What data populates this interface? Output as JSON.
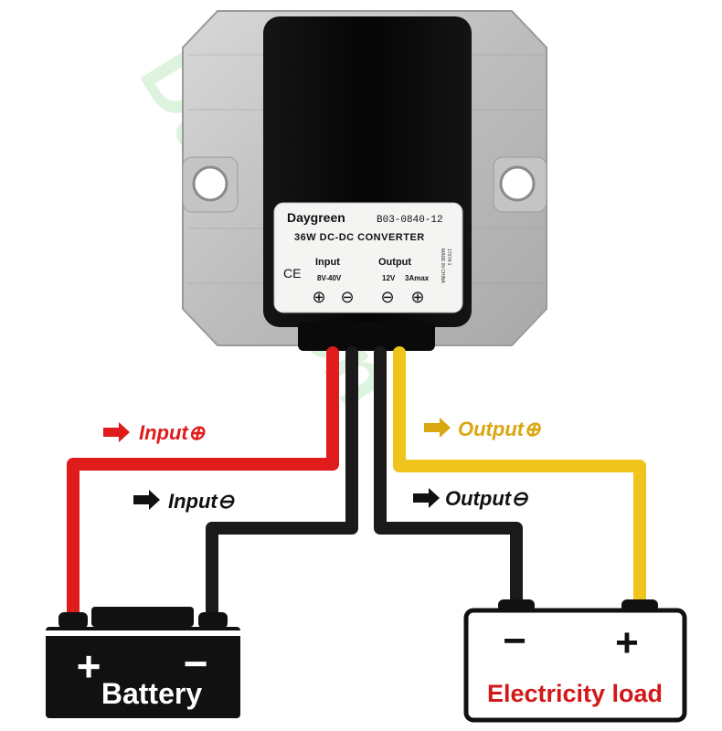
{
  "watermark": "Daygreen",
  "device": {
    "brand": "Daygreen",
    "model": "B03-0840-12",
    "title": "36W DC-DC CONVERTER",
    "input_heading": "Input",
    "input_range": "8V-40V",
    "output_heading": "Output",
    "output_voltage": "12V",
    "output_current": "3Amax",
    "ce_mark": "CE",
    "side_text_1": "1707A 1",
    "side_text_2": "MADE IN CHINA",
    "terminal_symbols": [
      "⊕",
      "⊖",
      "⊖",
      "⊕"
    ]
  },
  "wire_labels": {
    "input_plus": "Input⊕",
    "input_minus": "Input⊖",
    "output_plus": "Output⊕",
    "output_minus": "Output⊖"
  },
  "battery": {
    "label": "Battery",
    "plus_symbol": "+",
    "minus_symbol": "−"
  },
  "load": {
    "label": "Electricity load",
    "plus_symbol": "+",
    "minus_symbol": "−"
  },
  "colors": {
    "input_positive_wire": "#e01b1b",
    "output_positive_wire": "#efc51d",
    "negative_wire": "#1a1a1a",
    "input_label_color": "#e01b1b",
    "output_label_color": "#d9a70f",
    "load_label_color": "#d21818",
    "watermark_color": "#c9ecc7",
    "housing": "#c7c7c7",
    "panel": "#0b0b0b"
  }
}
